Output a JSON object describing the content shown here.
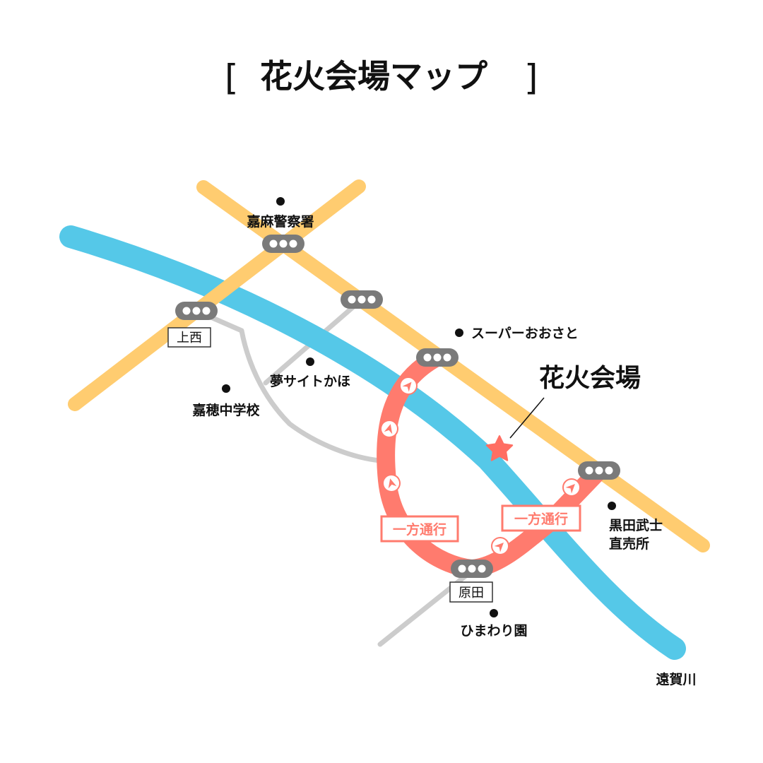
{
  "title": "花火会場マップ",
  "title_bracket_left": "[",
  "title_bracket_right": "]",
  "colors": {
    "river": "#55C8E8",
    "road_yellow": "#FFCC70",
    "road_gray": "#CCCCCC",
    "route_red": "#FF7B6E",
    "signal_body": "#7A7A7A",
    "text": "#111111"
  },
  "venue": {
    "label": "花火会場",
    "icon": "star-icon"
  },
  "river": {
    "label": "遠賀川"
  },
  "places": [
    {
      "id": "police",
      "label": "嘉麻警察署"
    },
    {
      "id": "supermarket",
      "label": "スーパーおおさと"
    },
    {
      "id": "yume-site",
      "label": "夢サイトかほ"
    },
    {
      "id": "school",
      "label": "嘉穂中学校"
    },
    {
      "id": "bushi-shop",
      "label_line1": "黒田武士",
      "label_line2": "直売所"
    },
    {
      "id": "himawari",
      "label": "ひまわり園"
    }
  ],
  "intersections": [
    {
      "id": "kamisai",
      "label": "上西"
    },
    {
      "id": "harada",
      "label": "原田"
    }
  ],
  "one_way": {
    "label_left": "一方通行",
    "label_right": "一方通行"
  },
  "icons": {
    "signal": "traffic-signal-icon",
    "direction": "direction-arrow-icon",
    "poi": "location-dot-icon"
  }
}
